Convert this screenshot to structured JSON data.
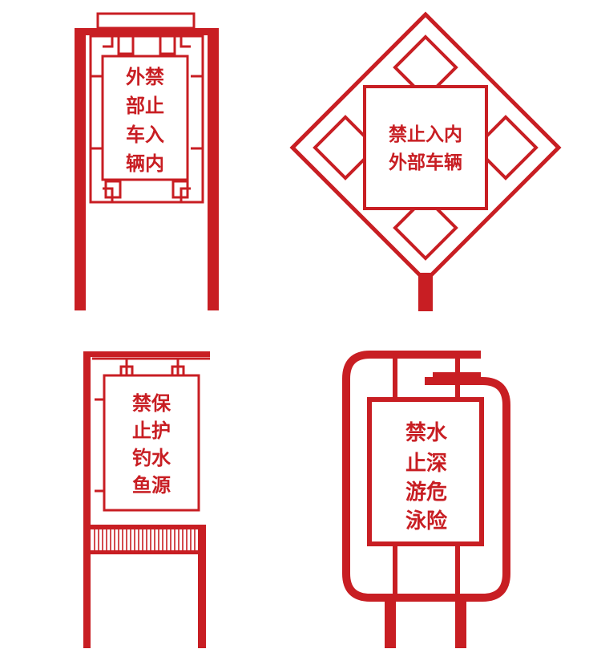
{
  "colors": {
    "accent": "#c81e23",
    "background": "#ffffff"
  },
  "signs": [
    {
      "lines": [
        "外禁",
        "部止",
        "车入",
        "辆内"
      ]
    },
    {
      "lines": [
        "禁止入内",
        "外部车辆"
      ]
    },
    {
      "lines": [
        "禁保",
        "止护",
        "钓水",
        "鱼源"
      ]
    },
    {
      "lines": [
        "禁水",
        "止深",
        "游危",
        "泳险"
      ]
    }
  ]
}
